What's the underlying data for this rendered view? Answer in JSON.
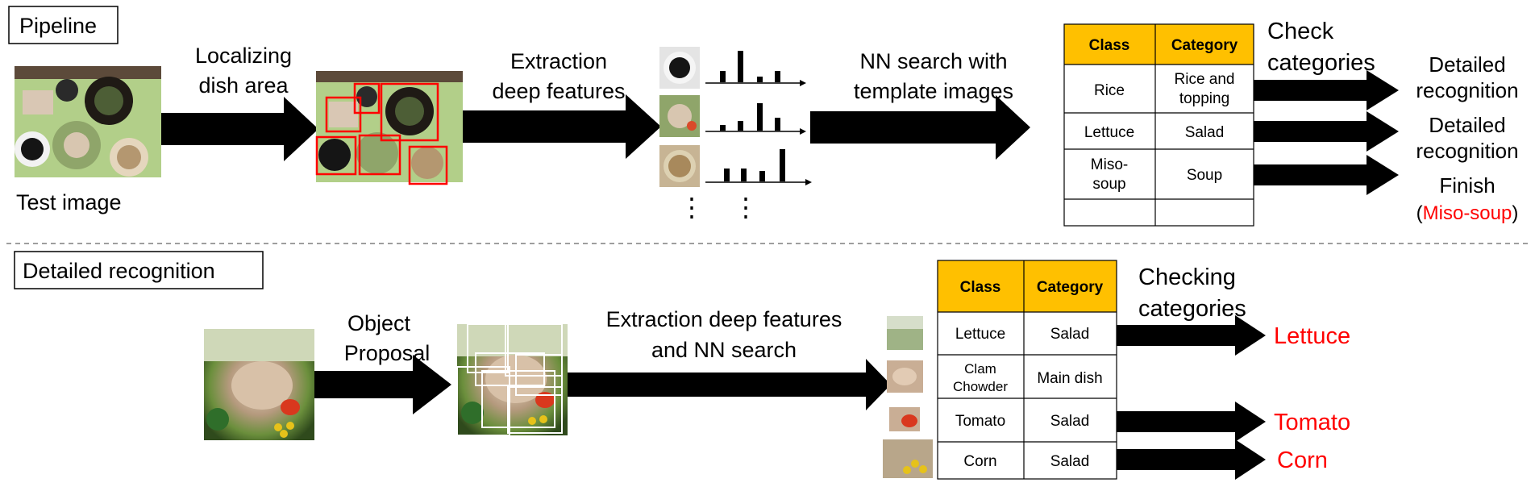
{
  "pipeline": {
    "section_title": "Pipeline",
    "test_image_label": "Test image",
    "step_localize": [
      "Localizing",
      "dish area"
    ],
    "step_extract": [
      "Extraction",
      "deep features"
    ],
    "step_nn": [
      "NN search with",
      "template images"
    ],
    "step_check": [
      "Check",
      "categories"
    ],
    "table": {
      "headers": [
        "Class",
        "Category"
      ],
      "rows": [
        {
          "class": [
            "Rice"
          ],
          "category": [
            "Rice and",
            "topping"
          ]
        },
        {
          "class": [
            "Lettuce"
          ],
          "category": [
            "Salad"
          ]
        },
        {
          "class": [
            "Miso-",
            "soup"
          ],
          "category": [
            "Soup"
          ]
        },
        {
          "class": [
            ""
          ],
          "category": [
            ""
          ]
        }
      ]
    },
    "outcomes": [
      {
        "lines": [
          "Detailed",
          "recognition"
        ]
      },
      {
        "lines": [
          "Detailed",
          "recognition"
        ]
      },
      {
        "line1": "Finish",
        "open": "(",
        "highlight": "Miso-soup",
        "close": ")"
      }
    ],
    "dots": "⋮"
  },
  "detailed": {
    "section_title": "Detailed recognition",
    "step_object": [
      "Object",
      "Proposal"
    ],
    "step_extract_nn": [
      "Extraction deep features",
      "and NN search"
    ],
    "step_checking": [
      "Checking",
      "categories"
    ],
    "table": {
      "headers": [
        "Class",
        "Category"
      ],
      "rows": [
        {
          "class": [
            "Lettuce"
          ],
          "category": [
            "Salad"
          ]
        },
        {
          "class": [
            "Clam",
            "Chowder"
          ],
          "category": [
            "Main dish"
          ]
        },
        {
          "class": [
            "Tomato"
          ],
          "category": [
            "Salad"
          ]
        },
        {
          "class": [
            "Corn"
          ],
          "category": [
            "Salad"
          ]
        }
      ]
    },
    "results": [
      "Lettuce",
      "Tomato",
      "Corn"
    ]
  },
  "colors": {
    "header_fill": "#FFC000",
    "highlight": "#FF0000",
    "arrow": "#000000",
    "box": "#FF0000",
    "proposal": "#FFFFFF",
    "divider": "#7F7F7F"
  }
}
